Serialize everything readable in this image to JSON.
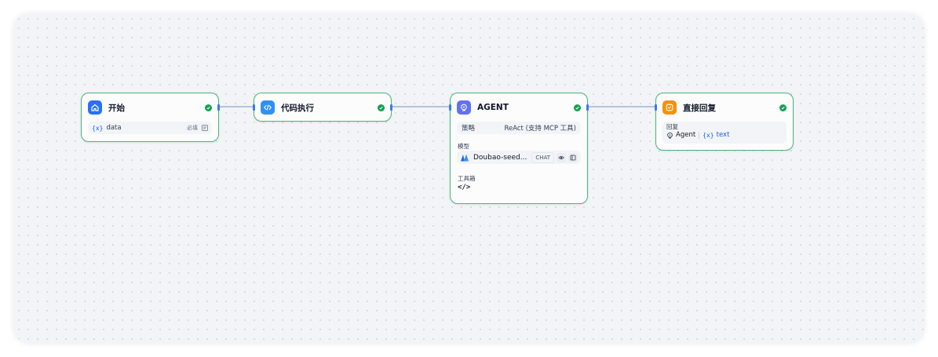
{
  "nodes": {
    "start": {
      "title": "开始",
      "variable": {
        "icon": "{x}",
        "name": "data",
        "required_label": "必填"
      }
    },
    "code": {
      "title": "代码执行"
    },
    "agent": {
      "title": "AGENT",
      "strategy_label": "策略",
      "strategy_value": "ReAct (支持 MCP 工具)",
      "model_label": "模型",
      "model_name": "Doubao-seed...",
      "model_tag": "CHAT",
      "toolbox_label": "工具箱",
      "toolbox_icon": "</>"
    },
    "reply": {
      "title": "直接回复",
      "reply_label": "回复",
      "source_node": "Agent",
      "variable": {
        "icon": "{x}",
        "name": "text"
      }
    }
  },
  "colors": {
    "success": "#12a150",
    "border": "#47b77a",
    "start_icon_bg": "#2970ff",
    "code_icon_bg": "#2e90fa",
    "agent_icon_bg": "#6172f3",
    "reply_icon_bg": "#f79009",
    "edge": "#9db3d0"
  }
}
